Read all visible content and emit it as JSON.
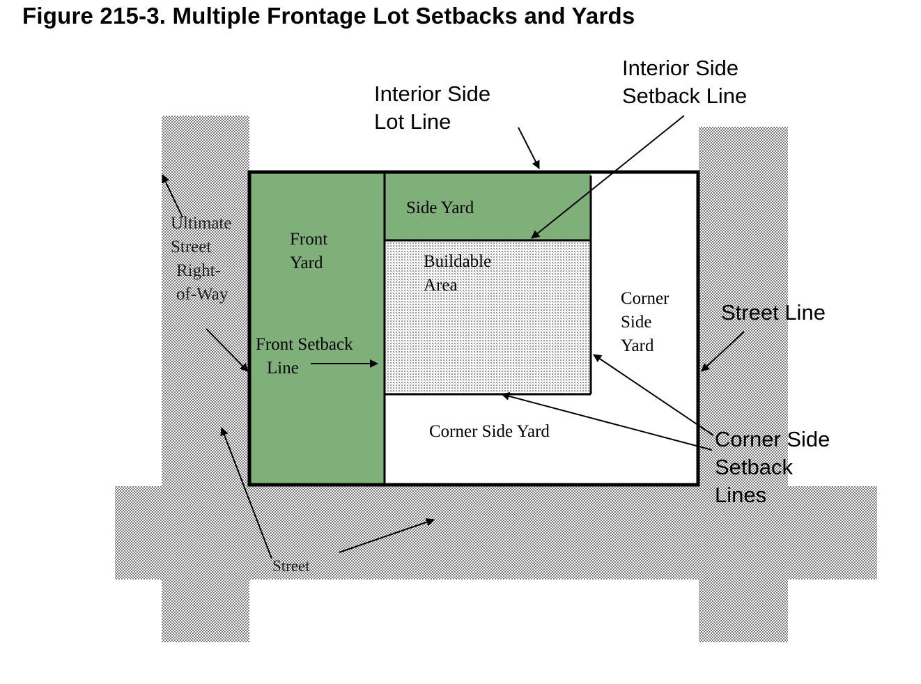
{
  "figure": {
    "title": "Figure 215-3. Multiple Frontage Lot Setbacks and Yards"
  },
  "labels": {
    "interior_side_lot_line": [
      "Interior Side",
      "Lot Line"
    ],
    "interior_side_setback_line": [
      "Interior Side",
      "Setback Line"
    ],
    "ultimate_street_row": [
      "Ultimate",
      "Street",
      "Right-",
      "of-Way"
    ],
    "front_yard": [
      "Front",
      "Yard"
    ],
    "side_yard": "Side Yard",
    "buildable_area": [
      "Buildable",
      "Area"
    ],
    "corner_side_yard_right": [
      "Corner",
      "Side",
      "Yard"
    ],
    "street_line": "Street Line",
    "front_setback_line": [
      "Front Setback",
      "Line"
    ],
    "corner_side_yard_bottom": "Corner Side Yard",
    "corner_side_setback_lines": [
      "Corner Side",
      "Setback",
      "Lines"
    ],
    "street": "Street"
  },
  "colors": {
    "yard_green": "#7fb07a",
    "street_gray": "#d7d7d7",
    "buildable_dot": "#b6b6b6",
    "line": "#000000"
  }
}
